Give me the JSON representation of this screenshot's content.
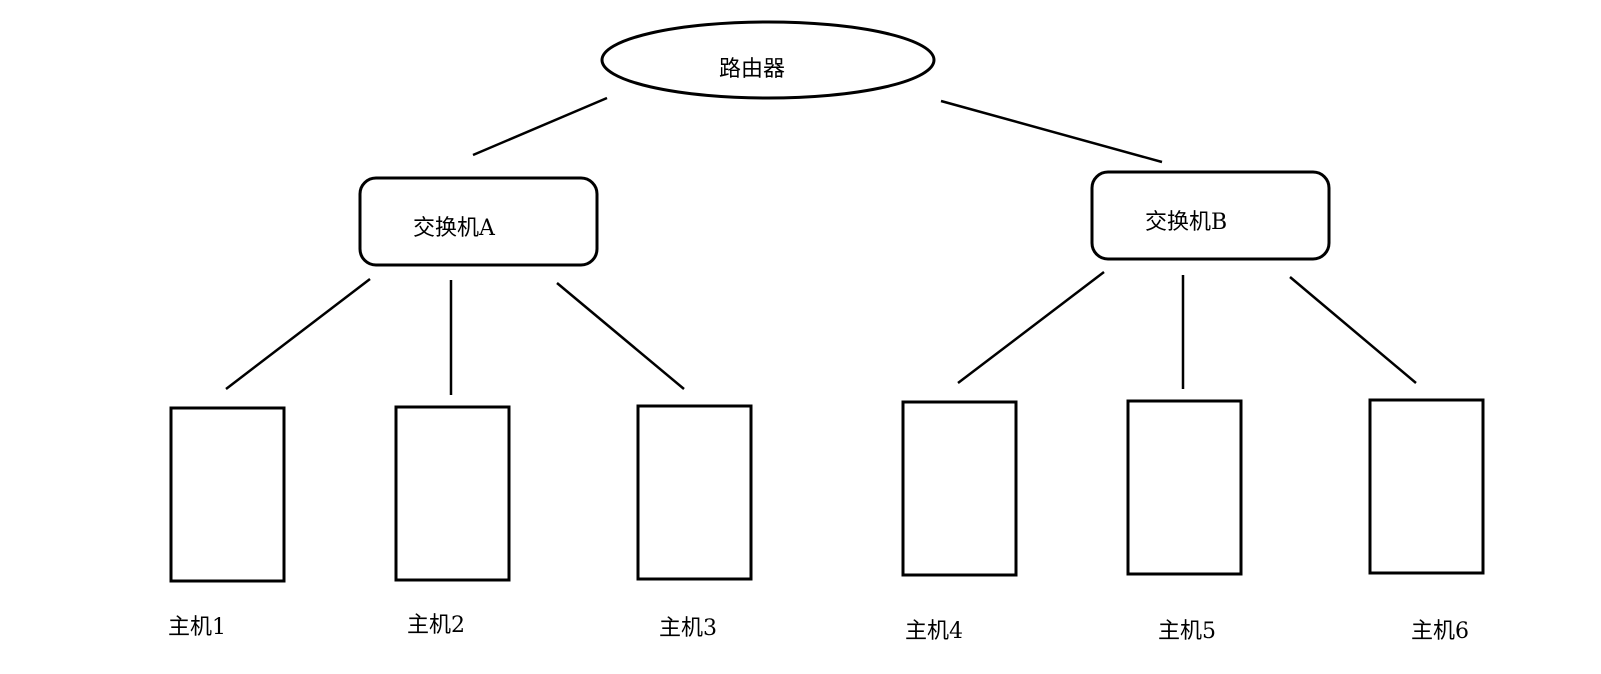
{
  "router": {
    "label": "路由器"
  },
  "switches": [
    {
      "label": "交换机A"
    },
    {
      "label": "交换机B"
    }
  ],
  "hosts": [
    {
      "label": "主机1"
    },
    {
      "label": "主机2"
    },
    {
      "label": "主机3"
    },
    {
      "label": "主机4"
    },
    {
      "label": "主机5"
    },
    {
      "label": "主机6"
    }
  ]
}
